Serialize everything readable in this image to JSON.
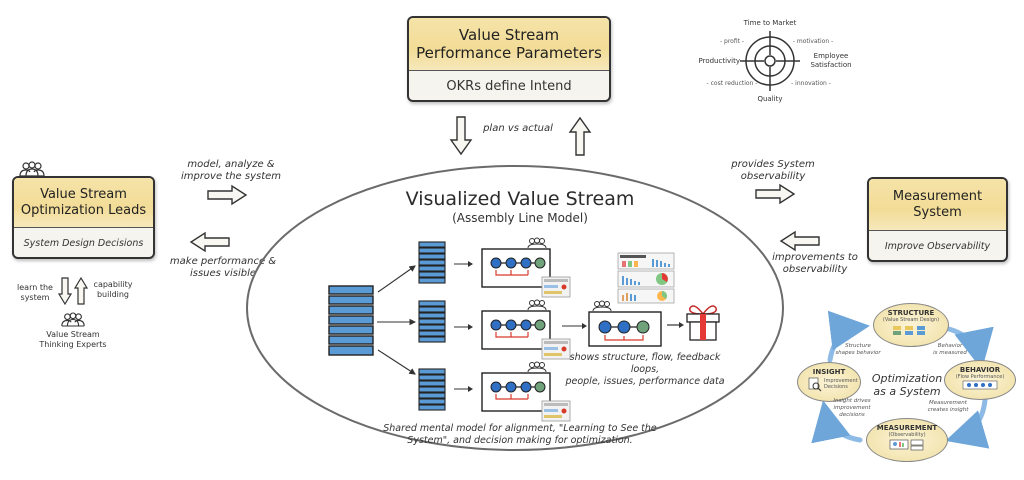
{
  "top_box": {
    "title_line1": "Value Stream",
    "title_line2": "Performance Parameters",
    "subtitle": "OKRs define Intend"
  },
  "top_arrows_label": "plan vs actual",
  "target": {
    "top": "Time to Market",
    "left": "Productivity",
    "right_line1": "Employee",
    "right_line2": "Satisfaction",
    "bottom": "Quality",
    "top_left": "- profit -",
    "top_right": "- motivation -",
    "bottom_left": "- cost reduction -",
    "bottom_right": "- innovation -"
  },
  "left_box": {
    "title_line1": "Value Stream",
    "title_line2": "Optimization Leads",
    "subtitle": "System Design Decisions"
  },
  "left_arrows": {
    "right_label_line1": "model, analyze &",
    "right_label_line2": "improve the system",
    "left_label_line1": "make performance &",
    "left_label_line2": "issues visible"
  },
  "experts": {
    "down_label_line1": "learn the",
    "down_label_line2": "system",
    "up_label_line1": "capability",
    "up_label_line2": "building",
    "name_line1": "Value Stream",
    "name_line2": "Thinking Experts"
  },
  "center": {
    "title": "Visualized Value Stream",
    "subtitle": "(Assembly Line Model)",
    "shows_line1": "shows structure, flow, feedback loops,",
    "shows_line2": "people, issues, performance data",
    "caption_line1": "Shared mental model for alignment, \"Learning to See the",
    "caption_line2": "System\", and decision making for optimization."
  },
  "right_arrows": {
    "right_label_line1": "provides System",
    "right_label_line2": "observability",
    "left_label_line1": "improvements to",
    "left_label_line2": "observability"
  },
  "right_box": {
    "title_line1": "Measurement",
    "title_line2": "System",
    "subtitle": "Improve Observability"
  },
  "cycle": {
    "center_line1": "Optimization",
    "center_line2": "as a System",
    "structure": {
      "title": "STRUCTURE",
      "sub": "(Value Stream Design)"
    },
    "behavior": {
      "title": "BEHAVIOR",
      "sub": "(Flow Performance)"
    },
    "measurement": {
      "title": "MEASUREMENT",
      "sub": "(Observability)"
    },
    "insight": {
      "title": "INSIGHT",
      "sub_line1": "Improvement",
      "sub_line2": "Decisions"
    },
    "edge_structure_behavior_line1": "Behavior",
    "edge_structure_behavior_line2": "is measured",
    "edge_behavior_measurement_line1": "Measurement",
    "edge_behavior_measurement_line2": "creates insight",
    "edge_measurement_insight_line1": "Insight drives",
    "edge_measurement_insight_line2": "improvement",
    "edge_measurement_insight_line3": "decisions",
    "edge_insight_structure_line1": "Structure",
    "edge_insight_structure_line2": "shapes behavior"
  },
  "colors": {
    "box_header": "#f2dc97",
    "box_body": "#f6f4ee",
    "flow_blue": "#2f6fc4",
    "flow_green": "#6fa27a",
    "feedback_red": "#d83a2a",
    "queue_blue": "#5b9bd5",
    "cycle_arrow": "#7fb0de"
  }
}
